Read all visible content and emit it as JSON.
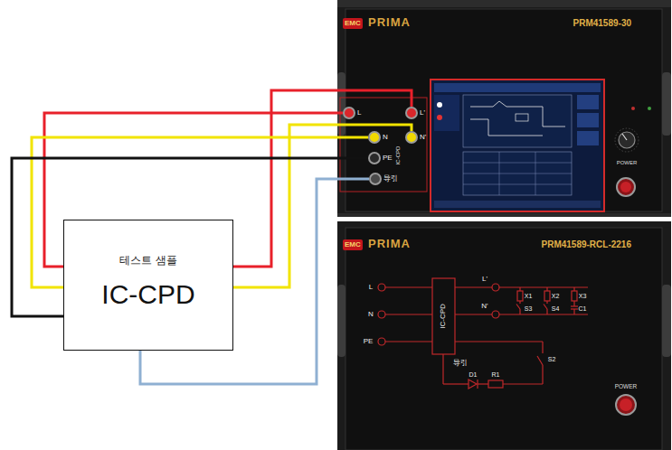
{
  "diagram": {
    "nodes": [
      {
        "text": [
          "EMC",
          "PRIMA",
          "PRM41589-30"
        ]
      },
      {
        "text": [
          "L"
        ],
        "in": 0
      },
      {
        "text": [
          "L'"
        ],
        "in": 0
      },
      {
        "text": [
          "N"
        ],
        "in": 0
      },
      {
        "text": [
          "N'"
        ],
        "in": 0
      },
      {
        "text": [
          "PE"
        ],
        "in": 0
      },
      {
        "text": [
          "导引"
        ],
        "in": 0
      },
      {
        "text": [
          "테스트 샘플",
          "IC-CPD"
        ]
      },
      {
        "text": [
          "EMC",
          "PRIMA",
          "PRM41589-RCL-2216"
        ]
      }
    ],
    "edges": [
      {
        "from": 7,
        "to": 1,
        "arrow": "none"
      },
      {
        "from": 7,
        "to": 2,
        "arrow": "none"
      },
      {
        "from": 7,
        "to": 3,
        "arrow": "none"
      },
      {
        "from": 7,
        "to": 4,
        "arrow": "none"
      },
      {
        "from": 7,
        "to": 5,
        "arrow": "none"
      },
      {
        "from": 7,
        "to": 6,
        "arrow": "none"
      }
    ],
    "labels": [
      "IC-CPD",
      "POWER",
      "L",
      "N",
      "PE",
      "L'",
      "N'",
      "IC-CPD",
      "X1",
      "S3",
      "X2",
      "S4",
      "X3",
      "C1",
      "导引",
      "S2",
      "D1",
      "R1",
      "POWER"
    ]
  }
}
